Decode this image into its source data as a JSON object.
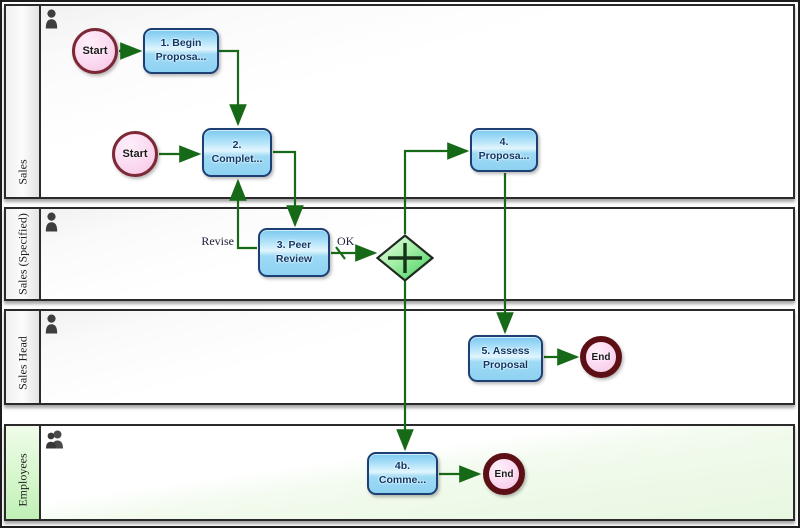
{
  "lanes": [
    {
      "name": "Sales",
      "icon": "person-icon"
    },
    {
      "name": "Sales (Specified)",
      "icon": "person-icon"
    },
    {
      "name": "Sales Head",
      "icon": "person-icon"
    },
    {
      "name": "Employees",
      "icon": "people-icon"
    }
  ],
  "nodes": {
    "start1": {
      "label": "Start"
    },
    "start2": {
      "label": "Start"
    },
    "task1": {
      "line1": "1. Begin",
      "line2": "Proposa..."
    },
    "task2": {
      "line1": "2.",
      "line2": "Complet..."
    },
    "task3": {
      "line1": "3. Peer",
      "line2": "Review"
    },
    "task4": {
      "line1": "4.",
      "line2": "Proposa..."
    },
    "task5": {
      "line1": "5. Assess",
      "line2": "Proposal"
    },
    "task4b": {
      "line1": "4b.",
      "line2": "Comme..."
    },
    "end1": {
      "label": "End"
    },
    "end2": {
      "label": "End"
    },
    "gateway": {
      "type": "parallel-gateway"
    }
  },
  "edges": {
    "revise_label": "Revise",
    "ok_label": "OK"
  },
  "colors": {
    "flow_green": "#166916",
    "task_border": "#1d3f73",
    "task_fill_light": "#e2f5fd",
    "task_fill_dark": "#7bc9f0",
    "start_border": "#7d2836",
    "end_border": "#5c1016",
    "event_fill": "#fbd9f0",
    "gateway_fill_light": "#f2fdf0",
    "gateway_fill_dark": "#3ecb58",
    "employees_lane_green": "#c0f0b6"
  }
}
